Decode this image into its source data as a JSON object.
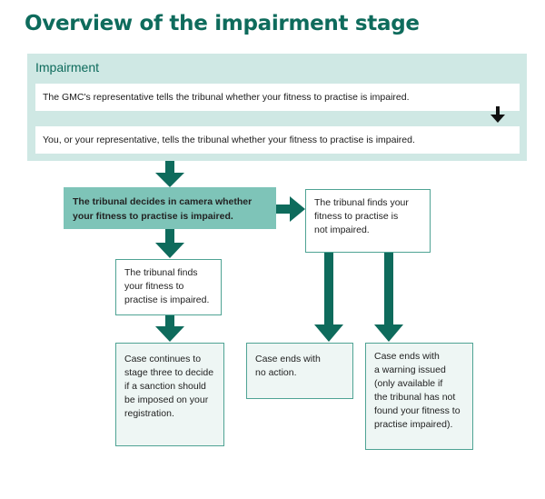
{
  "title": "Overview of the impairment stage",
  "panel": {
    "heading": "Impairment",
    "rows": [
      "The GMC's representative tells the tribunal whether your fitness to practise is impaired.",
      "You, or your representative, tells the tribunal whether your fitness to practise is impaired."
    ]
  },
  "boxes": {
    "decision": [
      "The tribunal decides in camera whether",
      "your fitness to practise is impaired."
    ],
    "not_impaired": [
      "The tribunal finds your",
      "fitness to practise is",
      "not impaired."
    ],
    "impaired": [
      "The tribunal finds",
      "your fitness to",
      "practise is impaired."
    ],
    "stage_three": [
      "Case continues to",
      "stage three to decide",
      "if a sanction should",
      "be imposed on your",
      "registration."
    ],
    "no_action": [
      "Case ends with",
      "no action."
    ],
    "warning": [
      "Case ends with",
      "a warning issued",
      "(only available if",
      "the tribunal has not",
      "found your fitness to",
      "practise impaired)."
    ]
  },
  "colors": {
    "title": "#0e6b5c",
    "panel": "#cfe8e4",
    "arrow": "#0e6b5c",
    "dark_box": "#7ec4b8",
    "pale_box": "#eef6f4"
  }
}
